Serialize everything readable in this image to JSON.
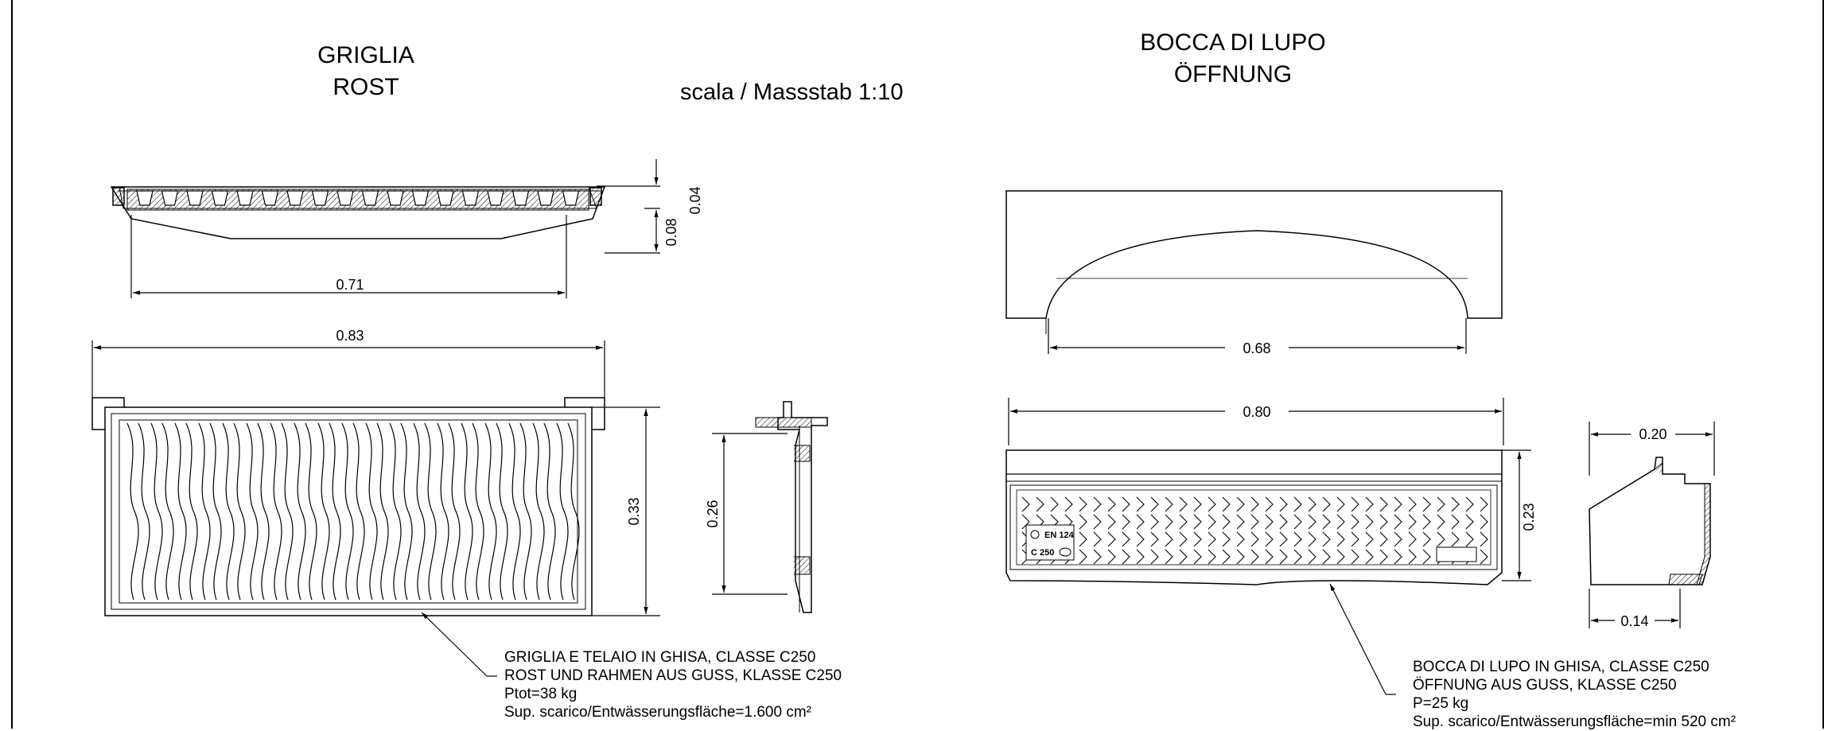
{
  "left_part": {
    "title_line1": "GRIGLIA",
    "title_line2": "ROST",
    "dimensions": {
      "top_thickness": "0.04",
      "frame_height": "0.08",
      "inner_length": "0.71",
      "outer_length": "0.83",
      "plan_width": "0.33",
      "section_width": "0.26"
    },
    "note": [
      "GRIGLIA E TELAIO IN GHISA, CLASSE C250",
      "ROST UND RAHMEN AUS GUSS, KLASSE C250",
      "Ptot=38 kg",
      "Sup. scarico/Entwässerungsfläche=1.600 cm²"
    ]
  },
  "scale_label": "scala / Massstab 1:10",
  "right_part": {
    "title_line1": "BOCCA DI LUPO",
    "title_line2": "ÖFFNUNG",
    "dimensions": {
      "front_length": "0.68",
      "plan_length": "0.80",
      "plan_height": "0.23",
      "section_top": "0.20",
      "section_bottom": "0.14"
    },
    "plate_line1": "EN 124",
    "plate_line2": "C 250",
    "note": [
      "BOCCA DI LUPO IN GHISA, CLASSE C250",
      "ÖFFNUNG AUS GUSS, KLASSE C250",
      "P=25 kg",
      "Sup. scarico/Entwässerungsfläche=min 520 cm²"
    ]
  }
}
